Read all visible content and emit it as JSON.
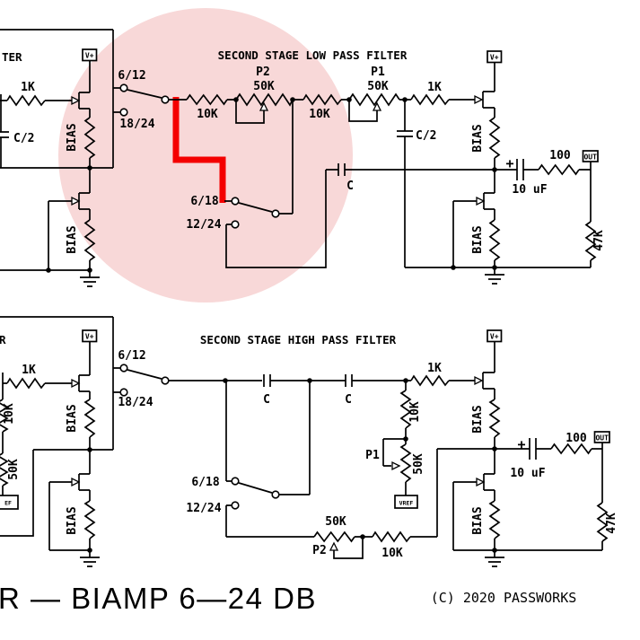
{
  "colors": {
    "highlight_region": "#f8d8d8",
    "highlight_trace": "#f40000",
    "wire": "#000000",
    "background": "#ffffff"
  },
  "low_pass": {
    "title": "SECOND STAGE LOW PASS FILTER",
    "partial_title": "TER",
    "vplus_left": "V+",
    "vplus_right": "V+",
    "out": "OUT",
    "r_1k_left": "1K",
    "cap_c2_left": "C/2",
    "bias_l1": "BIAS",
    "bias_l2": "BIAS",
    "sw_6_12": "6/12",
    "sw_18_24": "18/24",
    "sw_6_18": "6/18",
    "sw_12_24": "12/24",
    "r_10k_a": "10K",
    "pot_p2": "P2",
    "pot_p2_val": "50K",
    "r_10k_b": "10K",
    "pot_p1": "P1",
    "pot_p1_val": "50K",
    "cap_c": "C",
    "cap_c2_right": "C/2",
    "r_1k_right": "1K",
    "bias_r1": "BIAS",
    "bias_r2": "BIAS",
    "plus": "+",
    "cap_10uf": "10 uF",
    "r_100": "100",
    "r_47k": "47K"
  },
  "high_pass": {
    "title": "SECOND STAGE HIGH PASS FILTER",
    "partial_title": "R",
    "vplus_left": "V+",
    "vplus_right": "V+",
    "out": "OUT",
    "vref": "VREF",
    "vref_partial": "EF",
    "r_1k_left": "1K",
    "r_10k_left": "10K",
    "r_50k_left": "50K",
    "bias_l1": "BIAS",
    "bias_l2": "BIAS",
    "sw_6_12": "6/12",
    "sw_18_24": "18/24",
    "sw_6_18": "6/18",
    "sw_12_24": "12/24",
    "cap_c1": "C",
    "cap_c2": "C",
    "r_1k_right": "1K",
    "r_10k_vert": "10K",
    "pot_p1": "P1",
    "pot_p1_val": "50K",
    "pot_p2": "P2",
    "pot_p2_val": "50K",
    "r_10k_fb": "10K",
    "bias_r1": "BIAS",
    "bias_r2": "BIAS",
    "plus": "+",
    "cap_10uf": "10 uF",
    "r_100": "100",
    "r_47k": "47K"
  },
  "footer": {
    "schematic_title": "R — BIAMP 6—24 DB",
    "copyright": "(C) 2020 PASSWORKS"
  }
}
